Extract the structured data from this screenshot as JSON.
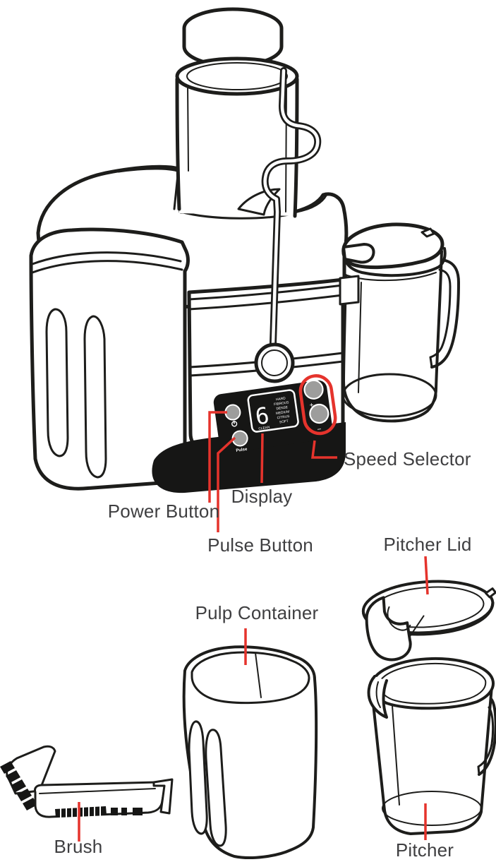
{
  "diagram_labels": {
    "speed_selector": "Speed Selector",
    "display": "Display",
    "power_button": "Power Button",
    "pulse_button": "Pulse Button",
    "pitcher_lid": "Pitcher Lid",
    "pulp_container": "Pulp Container",
    "brush": "Brush",
    "pitcher": "Pitcher"
  },
  "control_panel": {
    "digit": "6",
    "speed_levels": [
      "HARD",
      "FIBROUS",
      "DENSE",
      "MEDIUM",
      "CITRUS",
      "SOFT"
    ],
    "clean_label": "CLEAN",
    "pulse_label": "Pulse",
    "plus": "+",
    "minus": "−",
    "icons": {
      "power": "power-icon"
    }
  },
  "colors": {
    "line_art": "#1d1d1b",
    "accent_red": "#e5332c",
    "label_text": "#3f3f41",
    "button_gray": "#9d9d9c",
    "panel_black": "#161615"
  }
}
